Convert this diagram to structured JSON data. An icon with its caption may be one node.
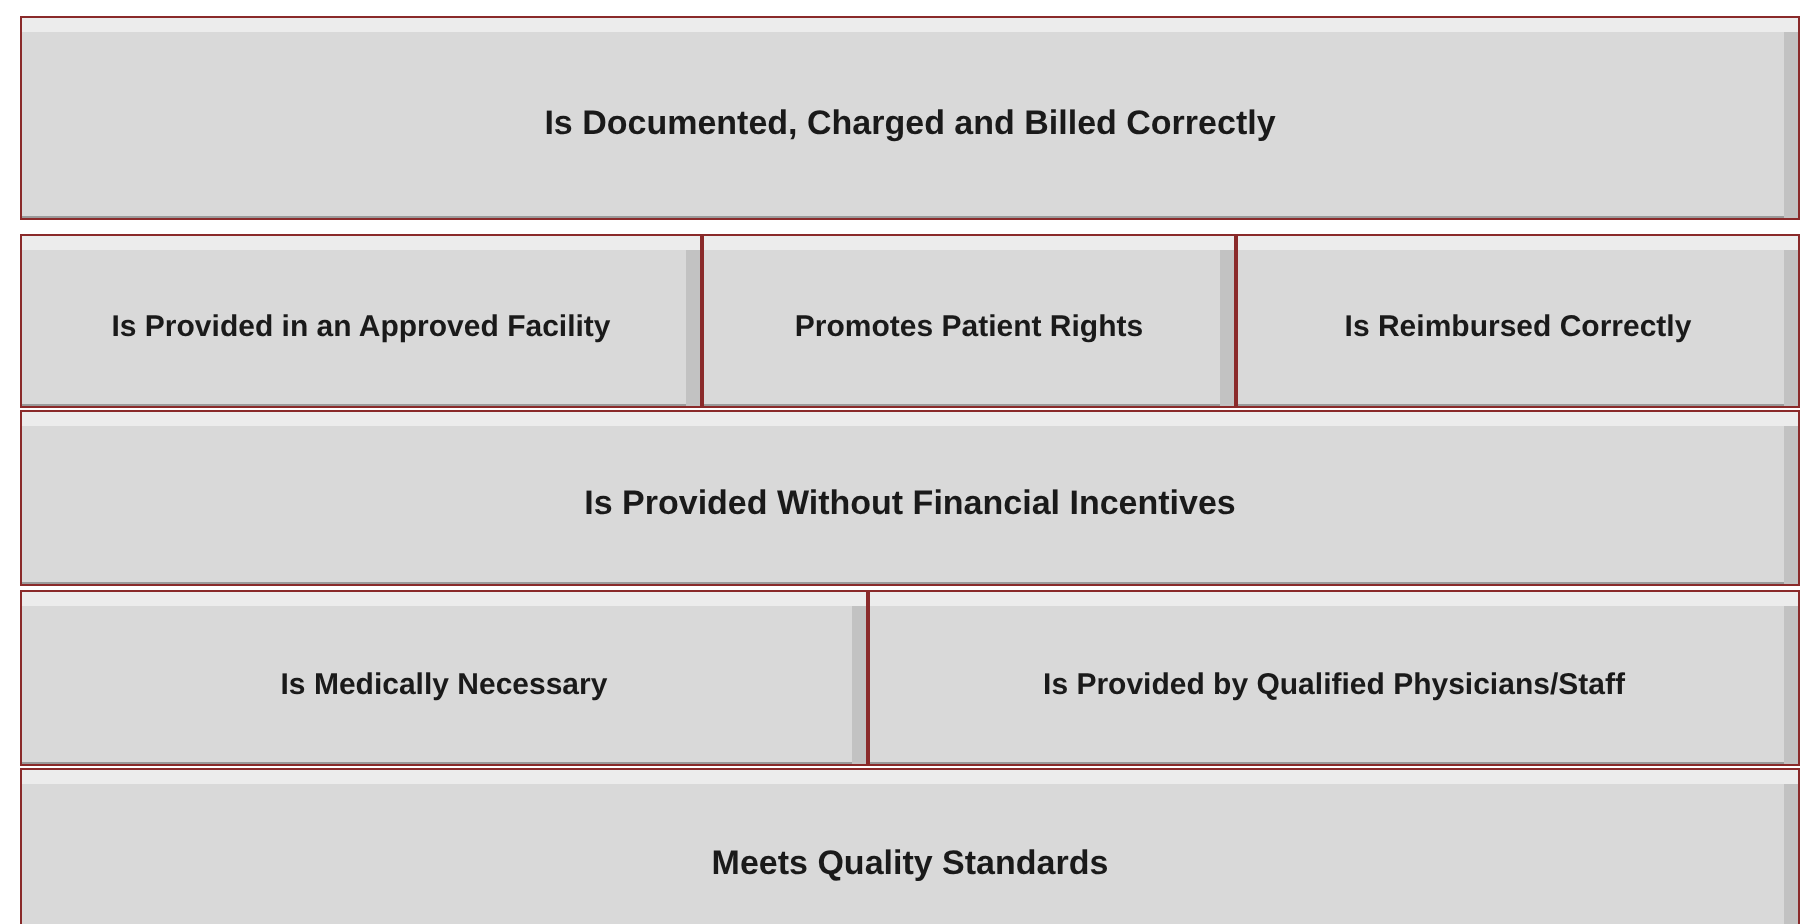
{
  "diagram": {
    "nodes": [
      {
        "text": [
          "Is Documented, Charged and Billed Correctly"
        ]
      },
      {
        "text": [
          "Is Provided in an Approved Facility"
        ]
      },
      {
        "text": [
          "Promotes Patient Rights"
        ]
      },
      {
        "text": [
          "Is Reimbursed Correctly"
        ]
      },
      {
        "text": [
          "Is Provided Without Financial Incentives"
        ]
      },
      {
        "text": [
          "Is Medically Necessary"
        ]
      },
      {
        "text": [
          "Is Provided by Qualified Physicians/Staff"
        ]
      },
      {
        "text": [
          "Meets Quality Standards"
        ]
      }
    ]
  }
}
